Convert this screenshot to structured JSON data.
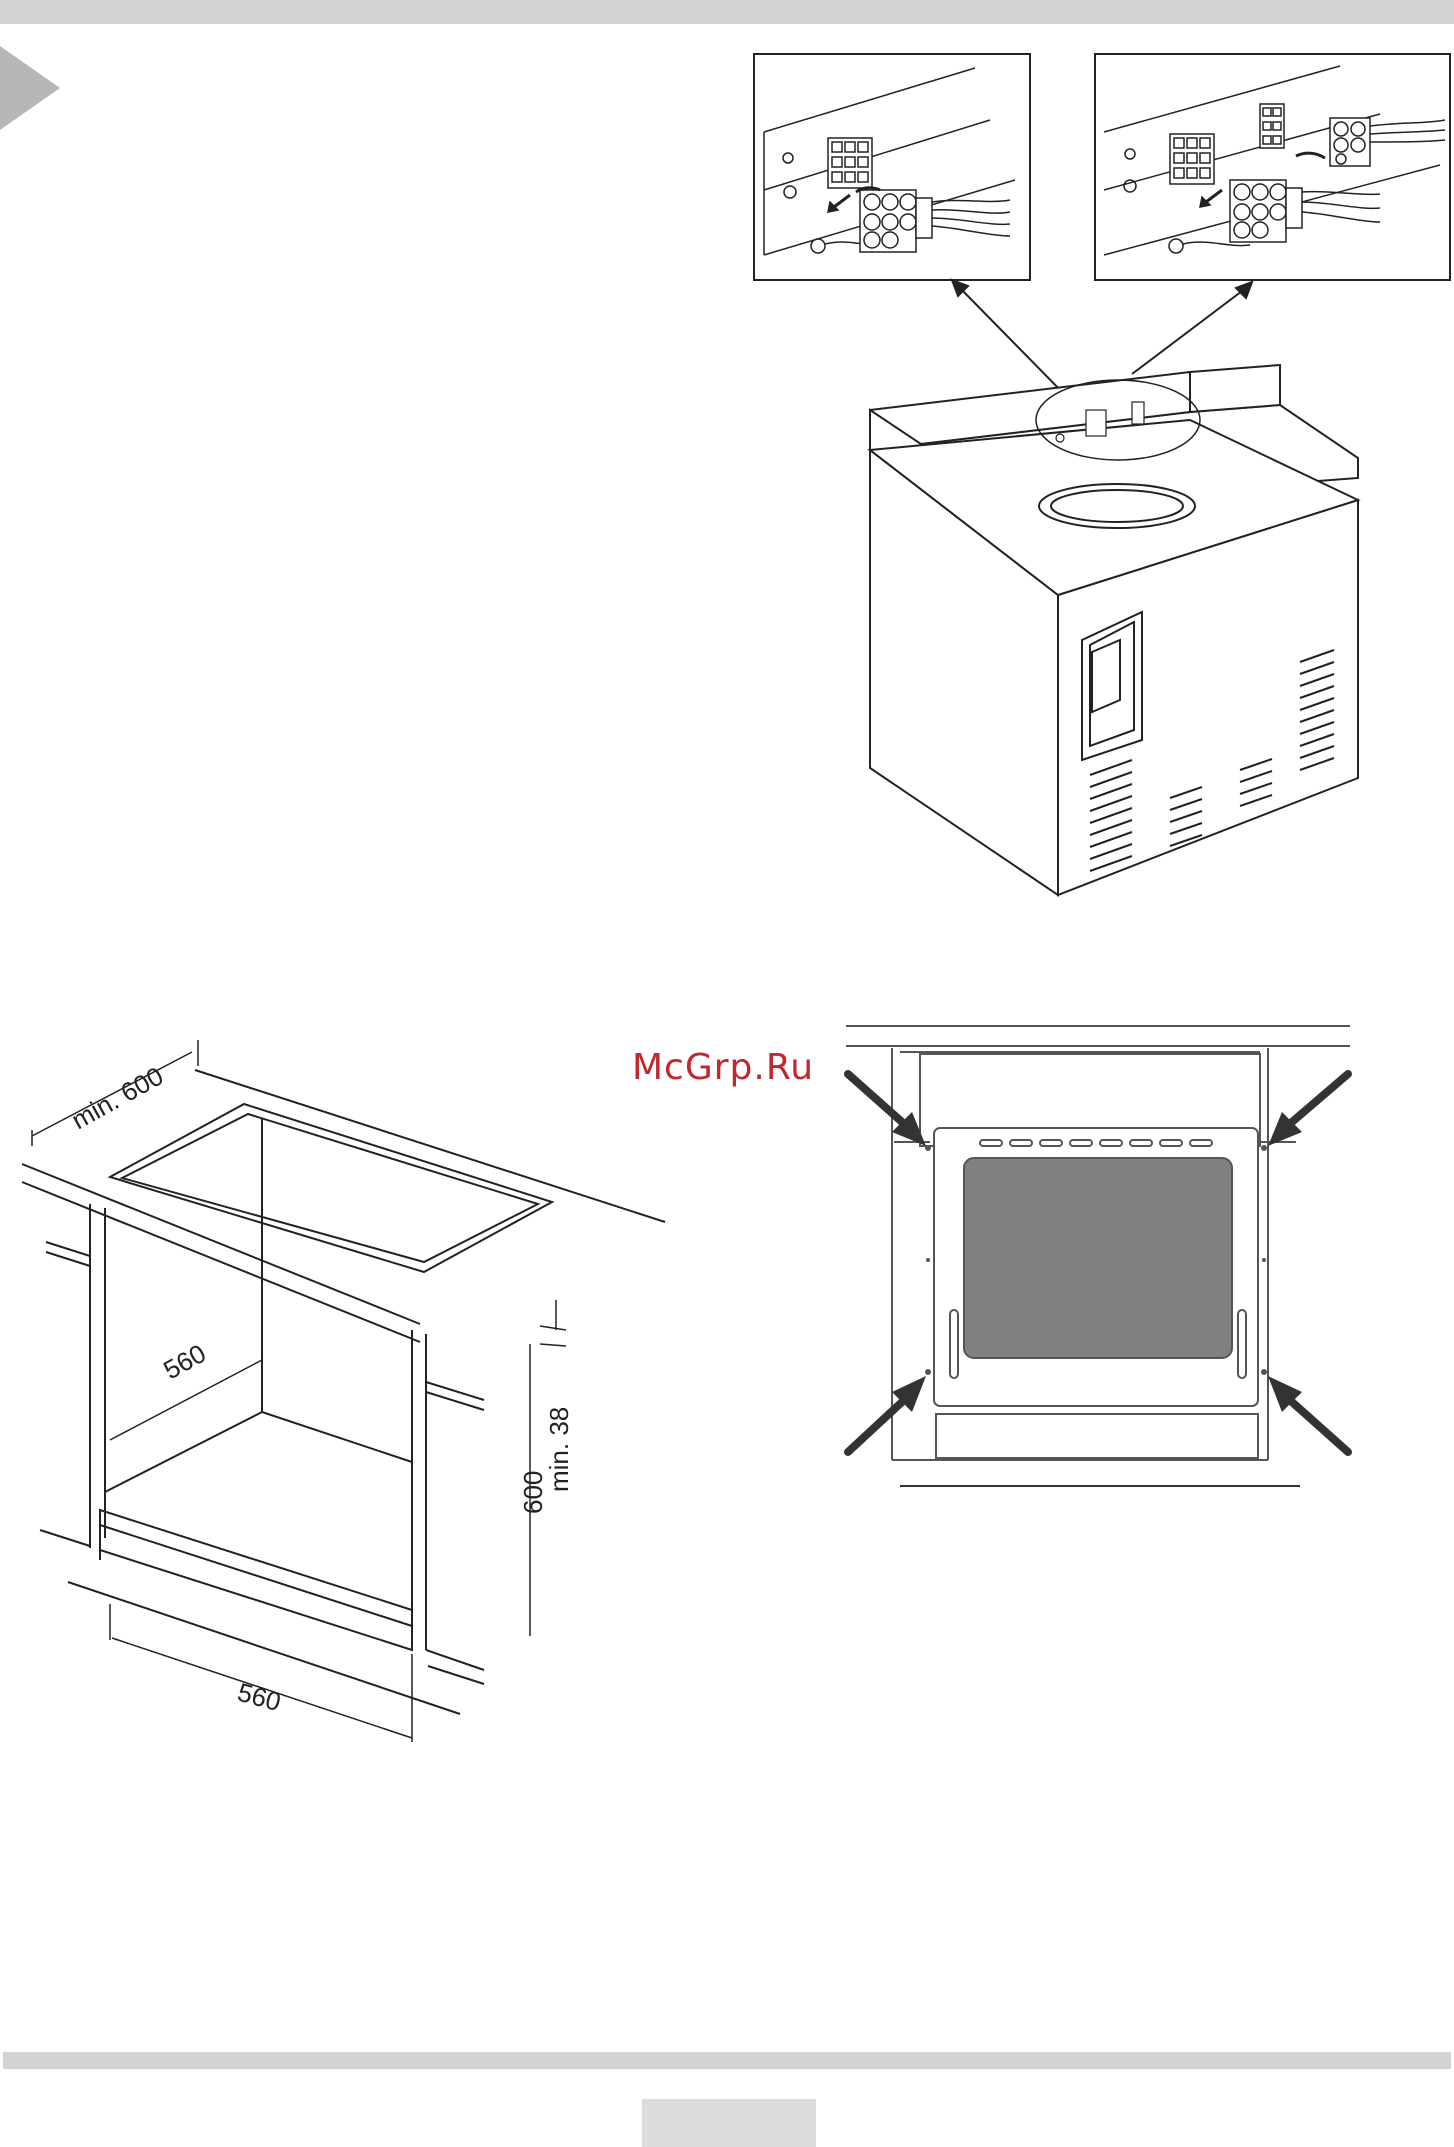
{
  "watermark": {
    "text": "McGrp.Ru",
    "color": "#c0282d"
  },
  "niche_dimensions": {
    "depth_label": "min. 600",
    "inner_depth_label": "560",
    "width_label": "560",
    "height_label": "600",
    "gap_label": "min. 38"
  },
  "colors": {
    "band": "#d3d3d3",
    "marker": "#b7b7b7",
    "window": "#808080",
    "line": "#222222"
  },
  "icons": [
    "connector-block-icon",
    "wire-harness-icon",
    "ground-screw-icon",
    "arrow-icon"
  ]
}
